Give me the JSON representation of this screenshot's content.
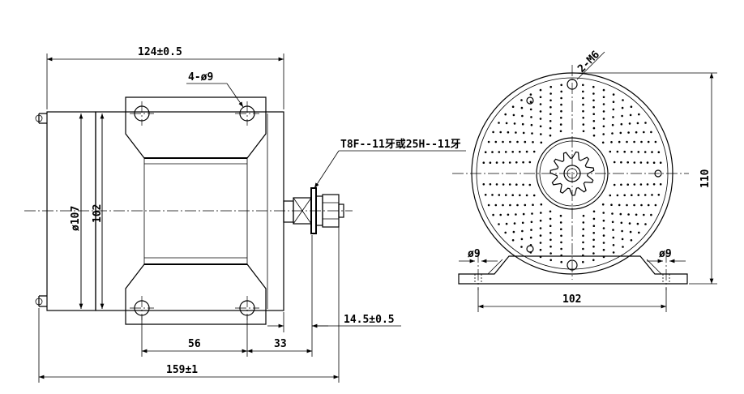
{
  "dimensions": {
    "overall_body_length": "124±0.5",
    "mounting_holes": "4-ø9",
    "sprocket_spec": "T8F--11牙或25H--11牙",
    "shaft_extension": "14.5±0.5",
    "hole_spacing_long": "56",
    "hole_to_shaft": "33",
    "total_length": "159±1",
    "diameter_outer": "ø107",
    "height_flange": "102",
    "threaded_holes": "2-M6",
    "overall_height": "110",
    "base_hole_left": "ø9",
    "base_hole_right": "ø9",
    "base_width": "102"
  }
}
